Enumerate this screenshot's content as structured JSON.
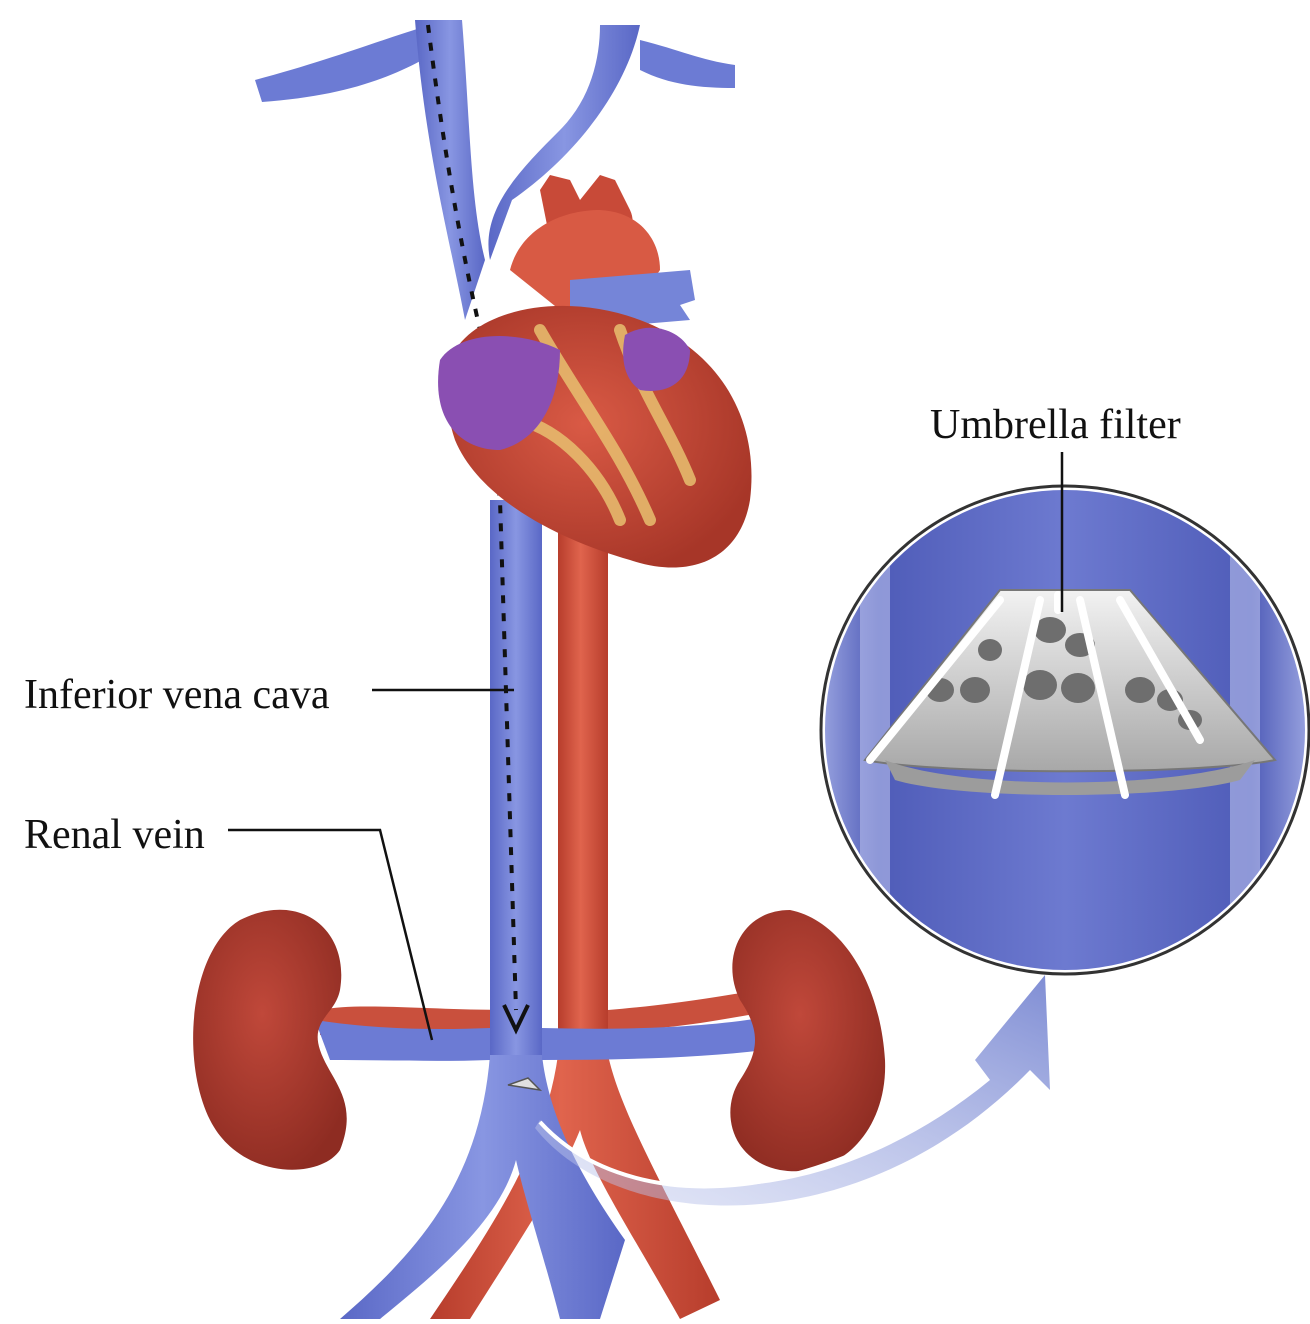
{
  "labels": {
    "inferior_vena_cava": "Inferior vena cava",
    "renal_vein": "Renal vein",
    "umbrella_filter": "Umbrella filter"
  },
  "colors": {
    "vein": "#6f7fd6",
    "vein_dark": "#4b5bb5",
    "artery": "#d5503c",
    "artery_dark": "#b23a2b",
    "heart": "#c94a3a",
    "atrium": "#8a4fb2",
    "coronary": "#e8c070",
    "kidney": "#a93a2e",
    "inset_bg": "#5461bd",
    "filter": "#d8d8d8",
    "arrow": "#8d99d6"
  },
  "icons": [
    "heart-illustration",
    "kidney-illustration",
    "umbrella-filter-device",
    "magnify-inset",
    "curved-arrow"
  ]
}
